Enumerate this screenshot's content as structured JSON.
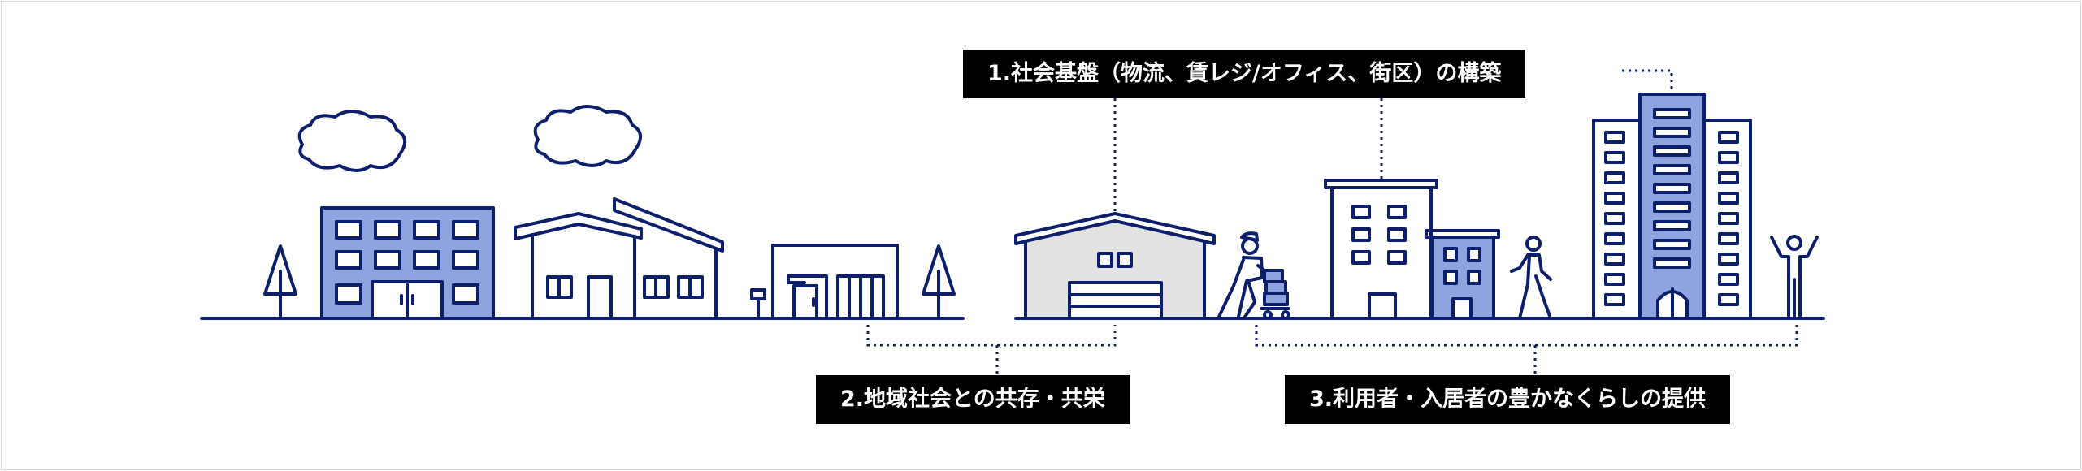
{
  "labels": {
    "infrastructure": "1.社会基盤（物流、賃レジ/オフィス、街区）の構築",
    "community": "2.地域社会との共存・共栄",
    "residents": "3.利用者・入居者の豊かなくらしの提供"
  },
  "colors": {
    "navy": "#0d1f6a",
    "building_blue": "#8fa4df",
    "warehouse_gray": "#e2e2e2",
    "label_background": "#000000",
    "label_text": "#ffffff"
  }
}
